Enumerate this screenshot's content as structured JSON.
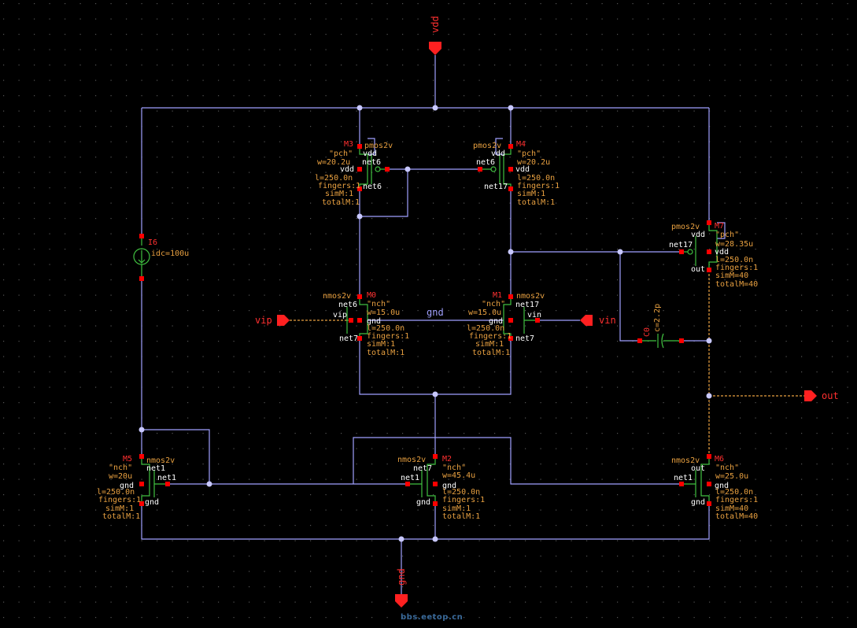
{
  "colors": {
    "background": "#000000",
    "grid": "#555555",
    "wire": "#a0a0ff",
    "dot": "#c8c8ff",
    "device": "#40c040",
    "pin": "#ff0000",
    "label": "#e8a040",
    "net_label": "#ffffff",
    "instance": "#ff3030",
    "io_pin": "#ff2020",
    "dashed": "#e8a040"
  },
  "pins": {
    "vdd": "vdd",
    "gnd": "gnd",
    "vip": "vip",
    "vin": "vin",
    "out": "out"
  },
  "net_labels": {
    "gnd": "gnd"
  },
  "devices": {
    "M3": {
      "inst": "M3",
      "model": "pmos2v",
      "cell": "\"pch\"",
      "w": "w=20.2u",
      "l": "l=250.0n",
      "fingers": "fingers:1",
      "simM": "simM:1",
      "totalM": "totalM:1",
      "t_top": "vdd",
      "t_bulk": "vdd",
      "t_gate": "net6",
      "t_bot": "net6"
    },
    "M4": {
      "inst": "M4",
      "model": "pmos2v",
      "cell": "\"pch\"",
      "w": "w=20.2u",
      "l": "l=250.0n",
      "fingers": "fingers:1",
      "simM": "simM:1",
      "totalM": "totalM:1",
      "t_top": "vdd",
      "t_bulk": "vdd",
      "t_gate": "net6",
      "t_bot": "net17"
    },
    "M7": {
      "inst": "M7",
      "model": "pmos2v",
      "cell": "\"pch\"",
      "w": "w=28.35u",
      "l": "l=250.0n",
      "fingers": "fingers:1",
      "simM": "simM=40",
      "totalM": "totalM=40",
      "t_top": "vdd",
      "t_bulk": "vdd",
      "t_gate": "net17",
      "t_bot": "out"
    },
    "M0": {
      "inst": "M0",
      "model": "nmos2v",
      "cell": "\"nch\"",
      "w": "w=15.0u",
      "l": "l=250.0n",
      "fingers": "fingers:1",
      "simM": "simM:1",
      "totalM": "totalM:1",
      "t_top": "net6",
      "t_bulk": "gnd",
      "t_gate": "vip",
      "t_bot": "net7"
    },
    "M1": {
      "inst": "M1",
      "model": "nmos2v",
      "cell": "\"nch\"",
      "w": "w=15.0u",
      "l": "l=250.0n",
      "fingers": "fingers:1",
      "simM": "simM:1",
      "totalM": "totalM:1",
      "t_top": "net17",
      "t_bulk": "gnd",
      "t_gate": "vin",
      "t_bot": "net7"
    },
    "M5": {
      "inst": "M5",
      "model": "nmos2v",
      "cell": "\"nch\"",
      "w": "w=20u",
      "l": "l=250.0n",
      "fingers": "fingers:1",
      "simM": "simM:1",
      "totalM": "totalM:1",
      "t_top": "net1",
      "t_bulk": "gnd",
      "t_gate": "net1",
      "t_bot": "gnd"
    },
    "M2": {
      "inst": "M2",
      "model": "nmos2v",
      "cell": "\"nch\"",
      "w": "w=45.4u",
      "l": "l=250.0n",
      "fingers": "fingers:1",
      "simM": "simM:1",
      "totalM": "totalM:1",
      "t_top": "net7",
      "t_bulk": "gnd",
      "t_gate": "net1",
      "t_bot": "gnd"
    },
    "M6": {
      "inst": "M6",
      "model": "nmos2v",
      "cell": "\"nch\"",
      "w": "w=25.0u",
      "l": "l=250.0n",
      "fingers": "fingers:1",
      "simM": "simM=40",
      "totalM": "totalM=40",
      "t_top": "out",
      "t_bulk": "gnd",
      "t_gate": "net1",
      "t_bot": "gnd"
    }
  },
  "current_source": {
    "inst": "I6",
    "value": "idc=100u"
  },
  "capacitor": {
    "inst": "C0",
    "value": "c=2.2p"
  },
  "watermark": "bbs.eetop.cn"
}
